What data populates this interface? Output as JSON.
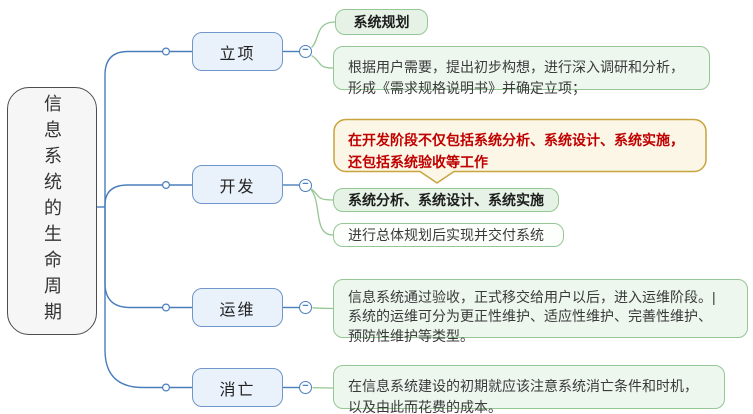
{
  "root": {
    "title": "信息系统的生命周期"
  },
  "branches": {
    "lixiang": {
      "label": "立项"
    },
    "kaifa": {
      "label": "开发"
    },
    "yunwei": {
      "label": "运维"
    },
    "xiaowang": {
      "label": "消亡"
    }
  },
  "children": {
    "lixiang_key": "系统规划",
    "lixiang_note": "根据用户需要，提出初步构想，进行深入调研和分析，\n形成《需求规格说明书》并确定立项；",
    "kaifa_key": "系统分析、系统设计、系统实施",
    "kaifa_note": "进行总体规划后实现并交付系统",
    "yunwei_note": "信息系统通过验收，正式移交给用户以后，进入运维阶段。|\n系统的运维可分为更正性维护、适应性维护、完善性维护、\n预防性维护等类型。",
    "xiaowang_note": "在信息系统建设的初期就应该注意系统消亡条件和时机，\n以及由此而花费的成本。"
  },
  "callout": {
    "text": "在开发阶段不仅包括系统分析、系统设计、系统实施，\n还包括系统验收等工作"
  },
  "icons": {
    "collapse": "−"
  },
  "colors": {
    "branch_line": "#4a7ebb",
    "branch_fill": "#e9f1fb",
    "branch_border": "#7096cb",
    "leaf_line": "#94c794",
    "leaf_fill": "#edf7ee",
    "leaf_key_fill": "#e6f2e6",
    "callout_border": "#c8a43e",
    "callout_fill": "#fbf6e6",
    "callout_text": "#c00000",
    "root_border": "#4d4d4d",
    "root_fill": "#f6f6f6"
  }
}
